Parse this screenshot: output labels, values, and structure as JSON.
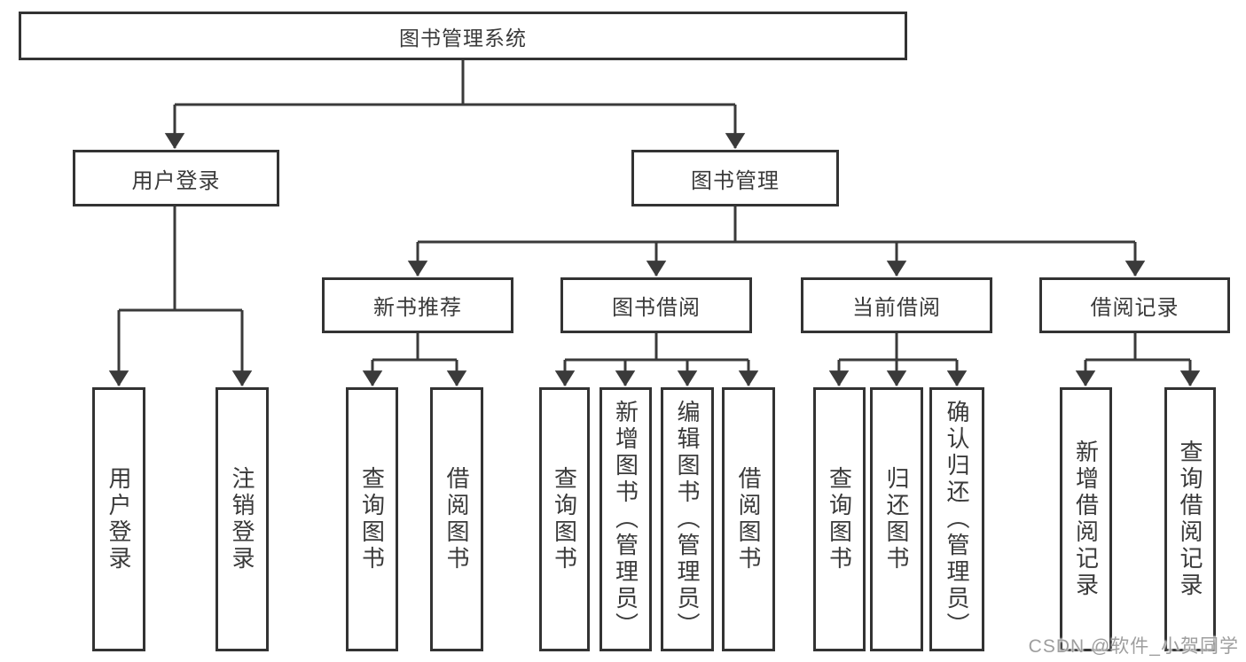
{
  "tree": {
    "label": "图书管理系统",
    "children": [
      {
        "label": "用户登录",
        "children": [
          {
            "label": "用户登录"
          },
          {
            "label": "注销登录"
          }
        ]
      },
      {
        "label": "图书管理",
        "children": [
          {
            "label": "新书推荐",
            "children": [
              {
                "label": "查询图书"
              },
              {
                "label": "借阅图书"
              }
            ]
          },
          {
            "label": "图书借阅",
            "children": [
              {
                "label": "查询图书"
              },
              {
                "label": "新增图书（管理员）"
              },
              {
                "label": "编辑图书（管理员）"
              },
              {
                "label": "借阅图书"
              }
            ]
          },
          {
            "label": "当前借阅",
            "children": [
              {
                "label": "查询图书"
              },
              {
                "label": "归还图书"
              },
              {
                "label": "确认归还（管理员）"
              }
            ]
          },
          {
            "label": "借阅记录",
            "children": [
              {
                "label": "新增借阅记录"
              },
              {
                "label": "查询借阅记录"
              }
            ]
          }
        ]
      }
    ]
  },
  "watermark": {
    "text": "CSDN @软件_小贺同学"
  },
  "colors": {
    "line": "#3a3a3a",
    "box_border": "#333333",
    "text": "#3a3a3a",
    "watermark": "#9e9e9e",
    "background": "#ffffff"
  }
}
